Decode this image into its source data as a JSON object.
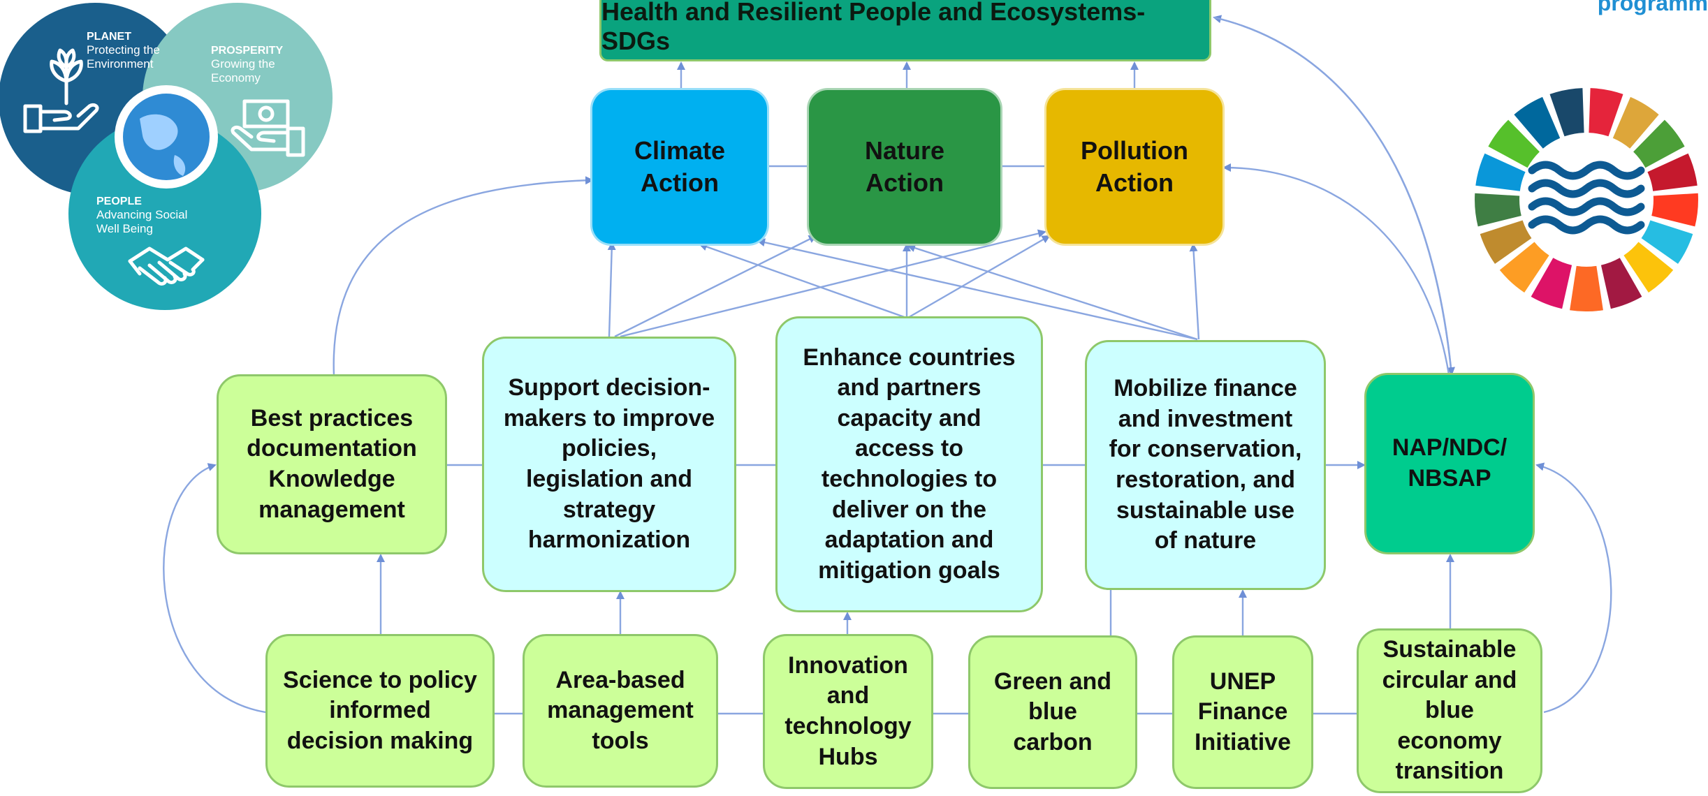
{
  "header": {
    "title": "Health and Resilient People and Ecosystems-SDGs"
  },
  "corner_text": "programm",
  "actions": {
    "climate": "Climate Action",
    "nature": "Nature Action",
    "pollution": "Pollution Action"
  },
  "middle_row": {
    "best_practices": "Best practices documentation Knowledge management",
    "support_decision": "Support decision-makers to improve policies, legislation and strategy harmonization",
    "enhance_countries": "Enhance countries and partners capacity and access to technologies to deliver on the adaptation and mitigation goals",
    "mobilize_finance": "Mobilize finance and investment for conservation, restoration, and sustainable use of nature",
    "nap": "NAP/NDC/ NBSAP"
  },
  "bottom_row": {
    "science_policy": "Science to policy informed decision making",
    "area_based": "Area-based management tools",
    "innovation": "Innovation and technology Hubs",
    "green_blue": "Green and blue carbon",
    "unep_finance": "UNEP Finance Initiative",
    "sustainable": "Sustainable circular and blue economy transition"
  },
  "venn": {
    "planet_title": "PLANET",
    "planet_sub": "Protecting the Environment",
    "prosperity_title": "PROSPERITY",
    "prosperity_sub": "Growing the Economy",
    "people_title": "PEOPLE",
    "people_sub": "Advancing Social Well Being"
  },
  "colors": {
    "header": "#0aa37e",
    "climate": "#00b0f0",
    "nature": "#2a9645",
    "pollution": "#e6b800",
    "nap": "#00cc8e",
    "light_green": "#ccff99",
    "light_cyan": "#ccffff",
    "arrow": "#6e8fd6"
  },
  "icons": [
    "sdg-wheel-icon",
    "globe-icon",
    "plant-hand-icon",
    "money-hand-icon",
    "handshake-icon"
  ]
}
